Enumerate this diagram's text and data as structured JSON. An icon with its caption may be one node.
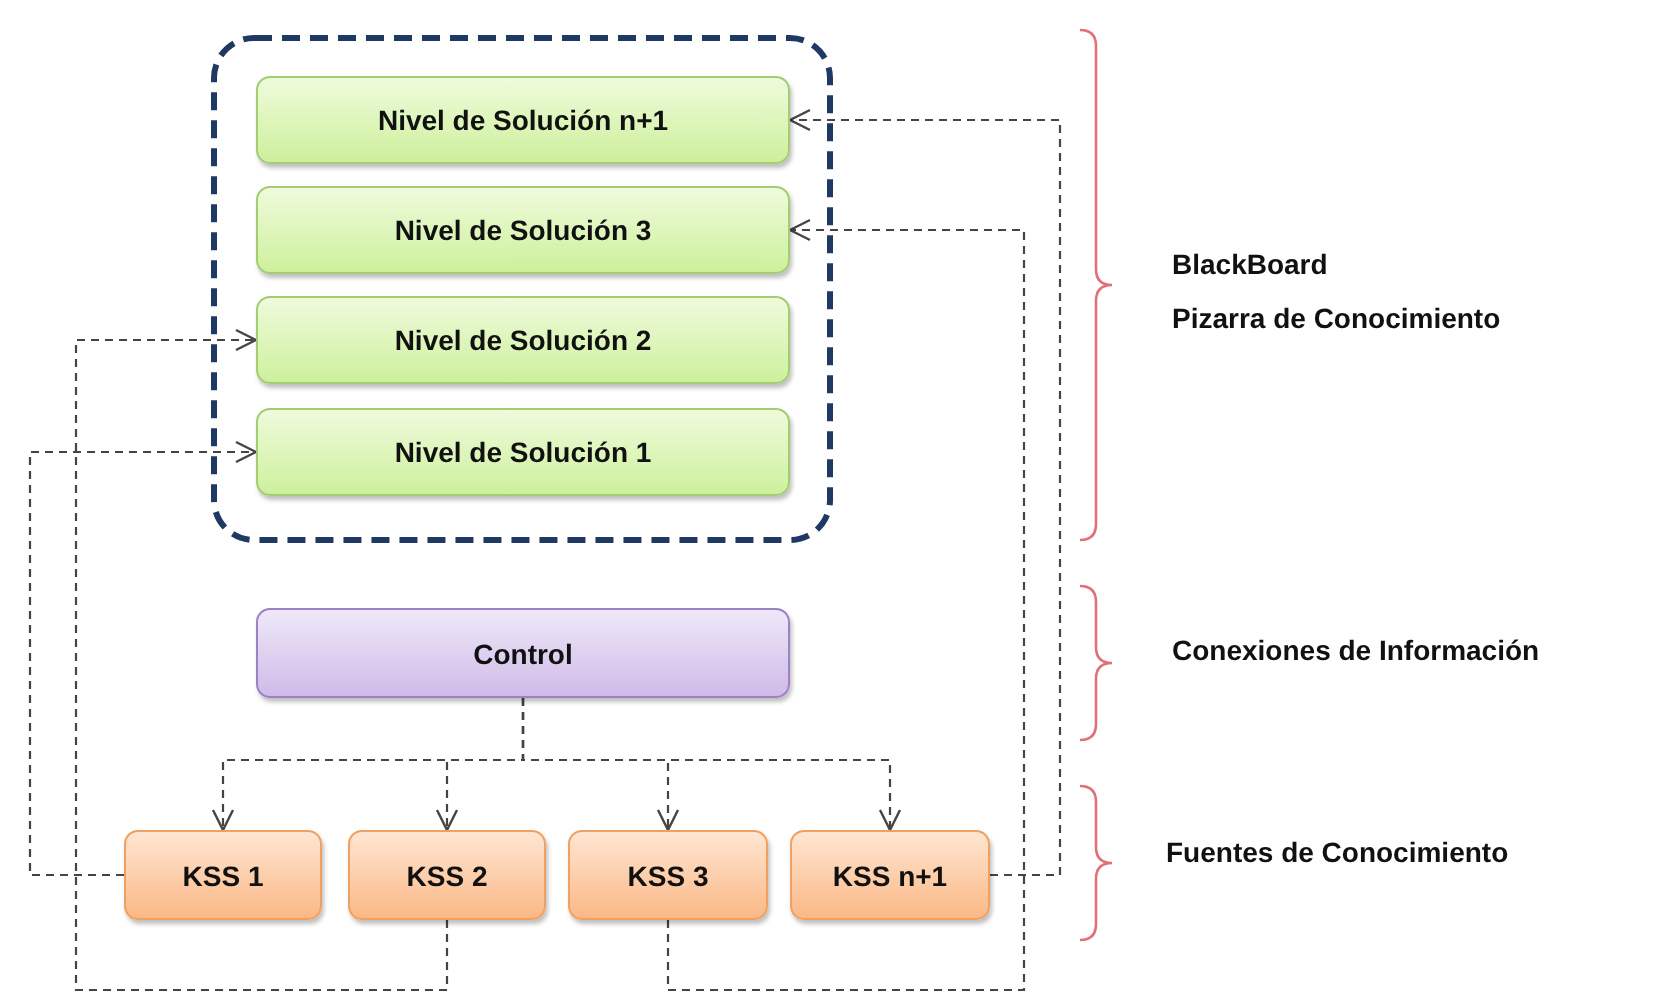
{
  "diagram": {
    "nodes": [
      {
        "text": [],
        "shape": "box"
      },
      {
        "text": [
          "Nivel de Solución n+1"
        ],
        "in": 0
      },
      {
        "text": [
          "Nivel de Solución 3"
        ],
        "in": 0
      },
      {
        "text": [
          "Nivel de Solución 2"
        ],
        "in": 0
      },
      {
        "text": [
          "Nivel de Solución 1"
        ],
        "in": 0
      },
      {
        "text": [
          "Control"
        ]
      },
      {
        "text": [
          "KSS 1"
        ]
      },
      {
        "text": [
          "KSS 2"
        ]
      },
      {
        "text": [
          "KSS 3"
        ]
      },
      {
        "text": [
          "KSS n+1"
        ]
      }
    ],
    "edges": [
      {
        "from": 5,
        "to": 6,
        "arrow": "to"
      },
      {
        "from": 5,
        "to": 7,
        "arrow": "to"
      },
      {
        "from": 5,
        "to": 8,
        "arrow": "to"
      },
      {
        "from": 5,
        "to": 9,
        "arrow": "to"
      },
      {
        "from": 6,
        "to": 4,
        "arrow": "to"
      },
      {
        "from": 7,
        "to": 3,
        "arrow": "to"
      },
      {
        "from": 8,
        "to": 2,
        "arrow": "to"
      },
      {
        "from": 9,
        "to": 1,
        "arrow": "to"
      }
    ],
    "labels": [
      "BlackBoard",
      "Pizarra de Conocimiento",
      "Conexiones de Información",
      "Fuentes de Conocimiento"
    ]
  }
}
